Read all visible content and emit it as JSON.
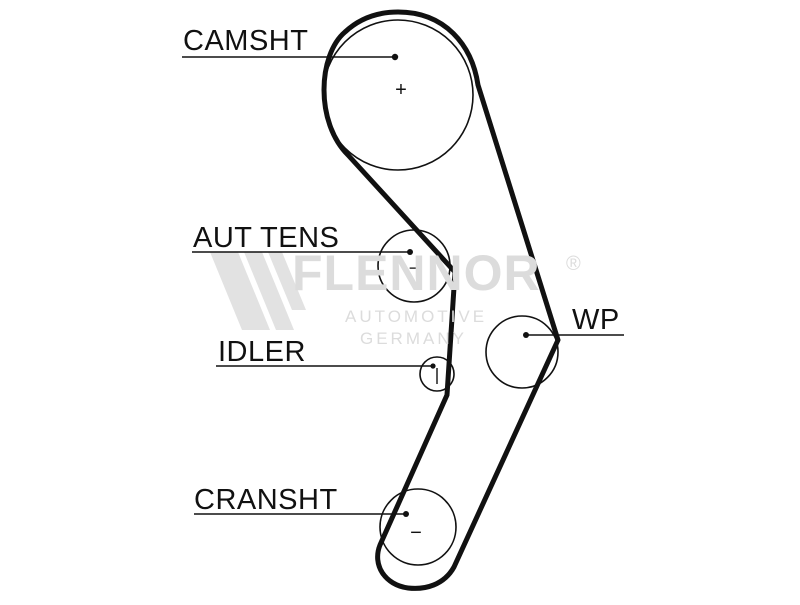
{
  "labels": {
    "camshaft": "CAMSHT",
    "auto_tensioner": "AUT TENS",
    "idler": "IDLER",
    "crankshaft": "CRANSHT",
    "water_pump": "WP"
  },
  "pulley_marks": {
    "camshaft": "+",
    "auto_tensioner": "−",
    "crankshaft": "−"
  },
  "watermark": {
    "brand": "FLENNOR",
    "registered": "®",
    "line1": "AUTOMOTIVE",
    "line2": "GERMANY"
  },
  "colors": {
    "line": "#111111",
    "watermark": "#dcdcdc"
  }
}
